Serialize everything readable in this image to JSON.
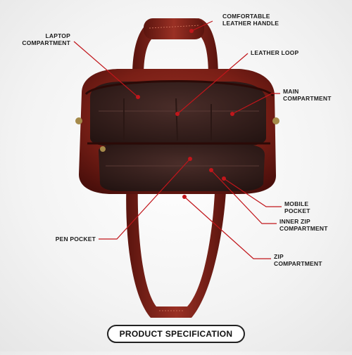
{
  "labels": {
    "handle": [
      "COMFORTABLE",
      "LEATHER HANDLE"
    ],
    "laptop": [
      "LAPTOP",
      "COMPARTMENT"
    ],
    "loop": [
      "LEATHER LOOP"
    ],
    "main": [
      "MAIN",
      "COMPARTMENT"
    ],
    "mobile": [
      "MOBILE",
      "POCKET"
    ],
    "inner_zip": [
      "INNER ZIP",
      "COMPARTMENT"
    ],
    "pen": [
      "PEN POCKET"
    ],
    "zip": [
      "ZIP",
      "COMPARTMENT"
    ]
  },
  "button": {
    "product_spec": "PRODUCT SPECIFICATION"
  },
  "colors": {
    "leather": "#7a1f16",
    "leather_dark": "#4a0f0b",
    "interior": "#3a2320",
    "callout": "#c1161b"
  }
}
